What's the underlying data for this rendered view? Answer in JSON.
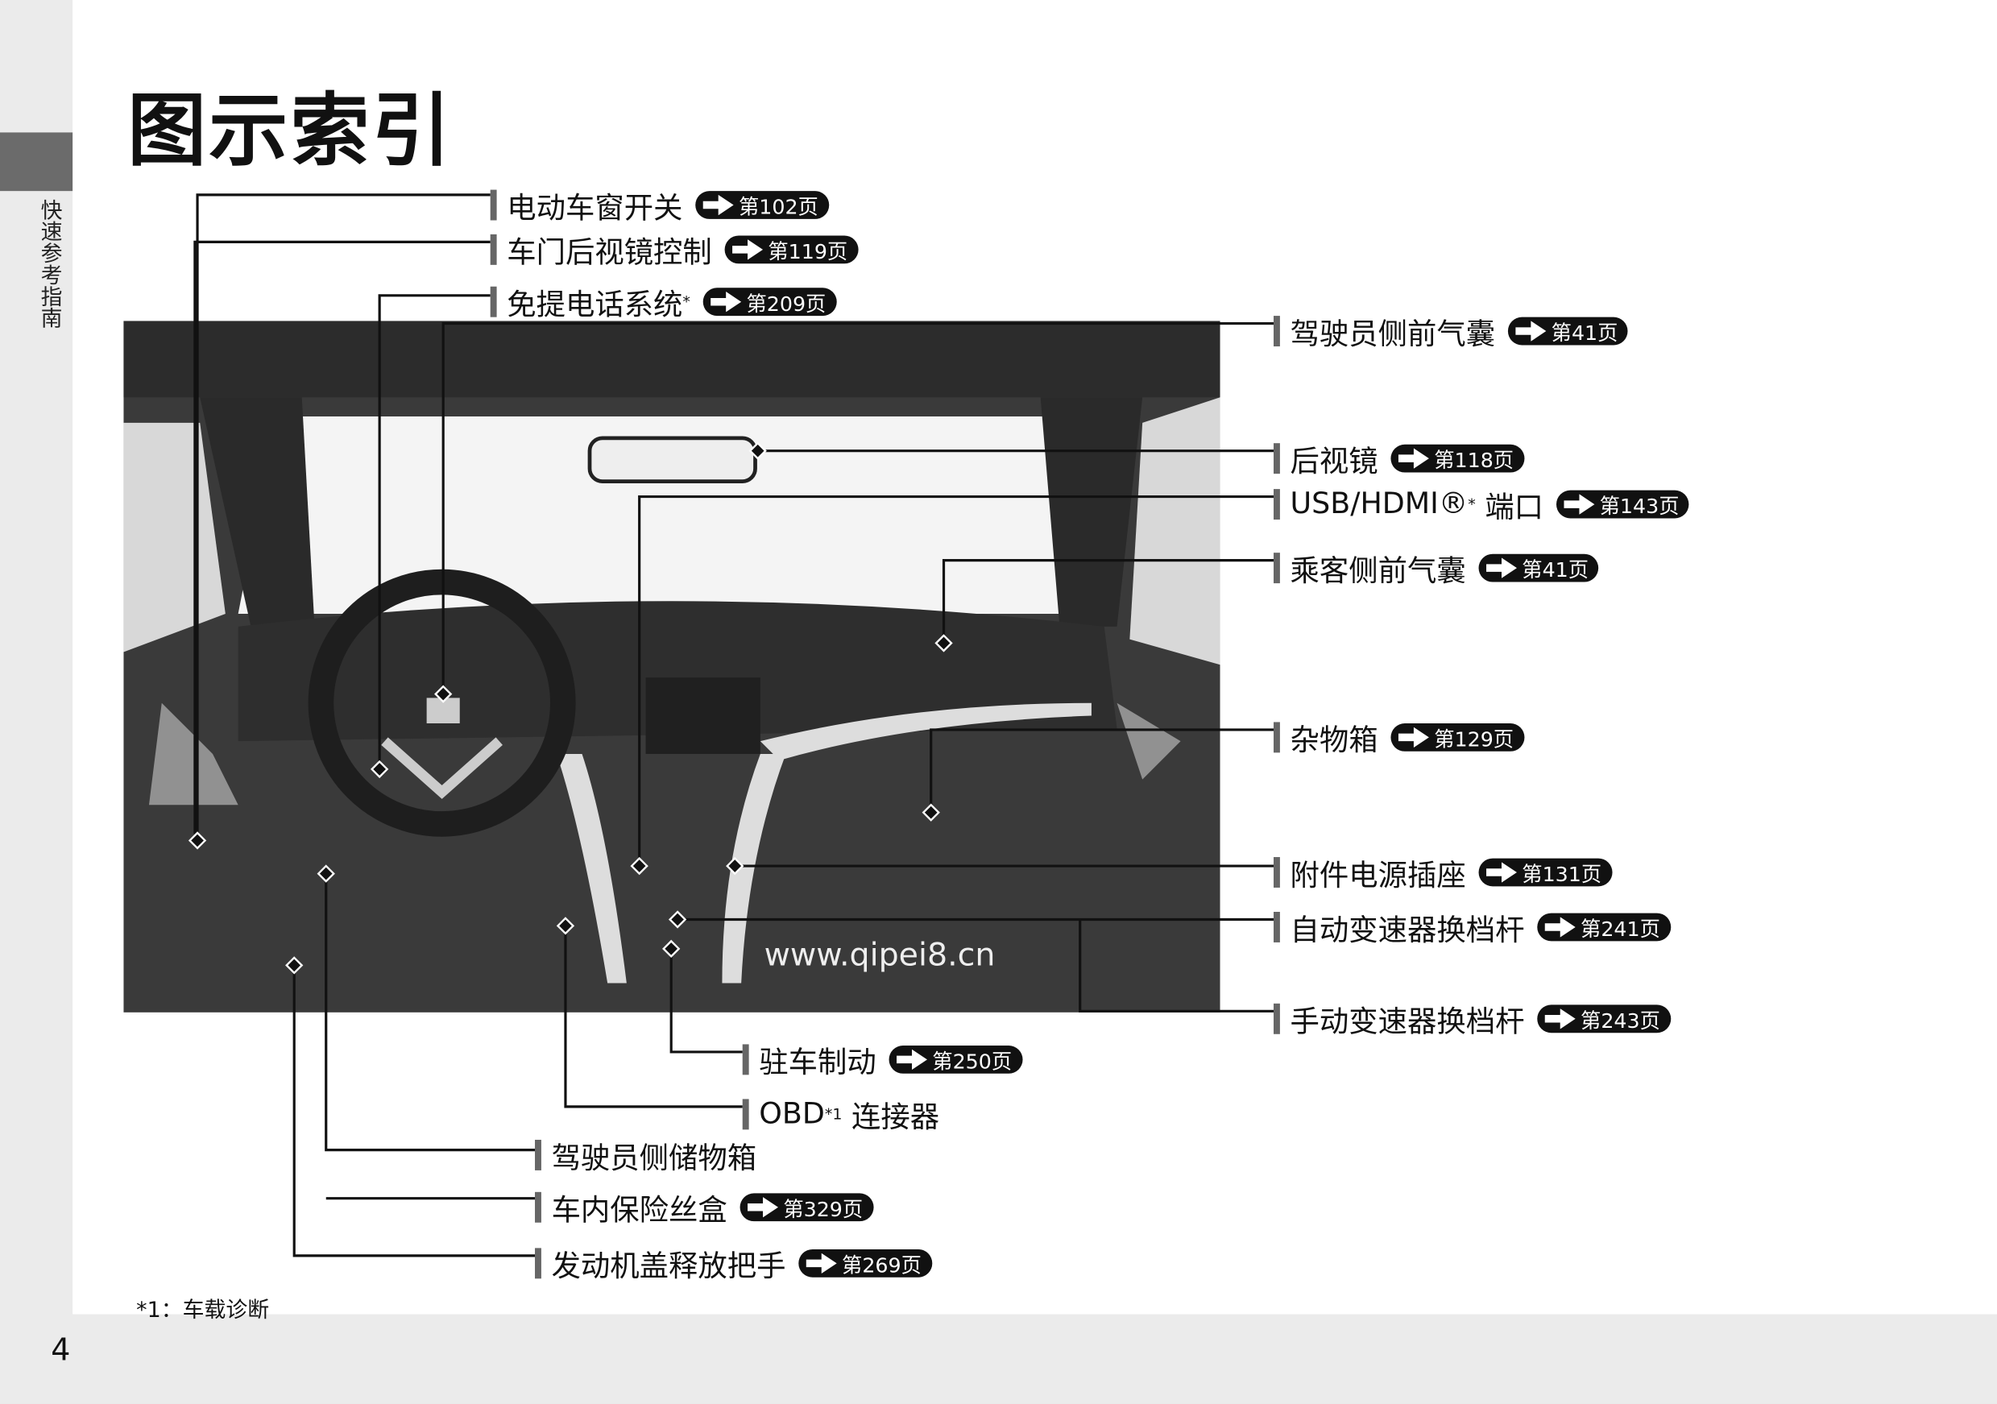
{
  "sidebar": {
    "section": "快速参考指南"
  },
  "title": "图示索引",
  "watermark": "www.qipei8.cn",
  "callouts": [
    {
      "label": "电动车窗开关",
      "ref": "第102页"
    },
    {
      "label": "车门后视镜控制",
      "ref": "第119页"
    },
    {
      "label": "免提电话系统",
      "star": "*",
      "ref": "第209页"
    },
    {
      "label": "驾驶员侧前气囊",
      "ref": "第41页"
    },
    {
      "label": "后视镜",
      "ref": "第118页"
    },
    {
      "label": "USB/HDMI®",
      "star": "*",
      "suffix": " 端口",
      "ref": "第143页"
    },
    {
      "label": "乘客侧前气囊",
      "ref": "第41页"
    },
    {
      "label": "杂物箱",
      "ref": "第129页"
    },
    {
      "label": "附件电源插座",
      "ref": "第131页"
    },
    {
      "label": "自动变速器换档杆",
      "ref": "第241页"
    },
    {
      "label": "手动变速器换档杆",
      "ref": "第243页"
    },
    {
      "label": "驻车制动",
      "ref": "第250页"
    },
    {
      "label": "OBD",
      "star": "*1",
      "suffix": " 连接器"
    },
    {
      "label": "驾驶员侧储物箱"
    },
    {
      "label": "车内保险丝盒",
      "ref": "第329页"
    },
    {
      "label": "发动机盖释放把手",
      "ref": "第269页"
    }
  ],
  "footnote": "*1：车载诊断",
  "page_number": "4"
}
